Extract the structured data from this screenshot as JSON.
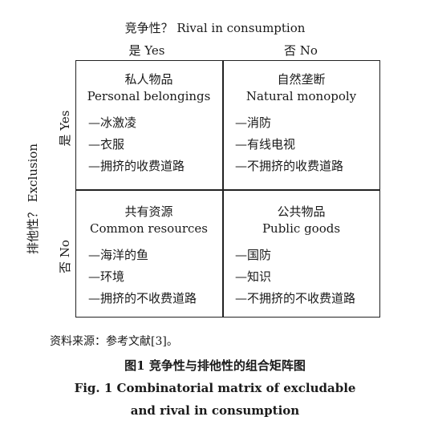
{
  "header": {
    "rival_title": "竞争性？ Rival in consumption",
    "col_yes": "是 Yes",
    "col_no": "否 No"
  },
  "side": {
    "exclusion_title": "排他性？ Exclusion",
    "row_yes": "是 Yes",
    "row_no": "否 No"
  },
  "cells": {
    "private": {
      "title_cn": "私人物品",
      "title_en": "Personal belongings",
      "items": [
        "—冰激凌",
        "—衣服",
        "—拥挤的收费道路"
      ]
    },
    "natural_monopoly": {
      "title_cn": "自然垄断",
      "title_en": "Natural monopoly",
      "items": [
        "—消防",
        "—有线电视",
        "—不拥挤的收费道路"
      ]
    },
    "common": {
      "title_cn": "共有资源",
      "title_en": "Common resources",
      "items": [
        "—海洋的鱼",
        "—环境",
        "—拥挤的不收费道路"
      ]
    },
    "public": {
      "title_cn": "公共物品",
      "title_en": "Public goods",
      "items": [
        "—国防",
        "—知识",
        "—不拥挤的不收费道路"
      ]
    }
  },
  "source": "资料来源：参考文献[3]。",
  "caption": {
    "cn": "图1   竞争性与排他性的组合矩阵图",
    "en_line1": "Fig. 1   Combinatorial matrix of excludable",
    "en_line2": "and rival in consumption"
  }
}
